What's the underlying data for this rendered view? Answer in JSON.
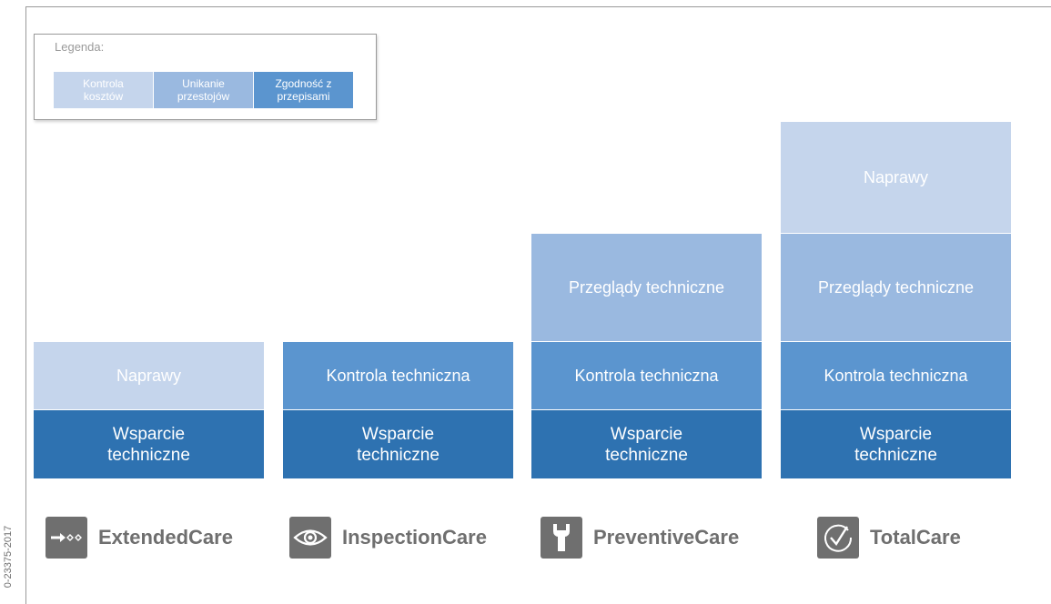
{
  "legend": {
    "title": "Legenda:",
    "items": [
      {
        "label": "Kontrola\nkosztów",
        "color": "#c5d5ec"
      },
      {
        "label": "Unikanie\nprzestojów",
        "color": "#9ab9e0"
      },
      {
        "label": "Zgodność z\nprzepisami",
        "color": "#5b95cf"
      }
    ]
  },
  "columns": [
    {
      "product": "ExtendedCare",
      "icon": "arrow-dots-icon",
      "blocks": [
        {
          "label": "Naprawy",
          "color": "#c5d5ec"
        },
        {
          "label": "Wsparcie\ntechniczne",
          "color": "#2e72b1"
        }
      ]
    },
    {
      "product": "InspectionCare",
      "icon": "eye-icon",
      "blocks": [
        {
          "label": "Kontrola techniczna",
          "color": "#5b95cf"
        },
        {
          "label": "Wsparcie\ntechniczne",
          "color": "#2e72b1"
        }
      ]
    },
    {
      "product": "PreventiveCare",
      "icon": "wrench-icon",
      "blocks": [
        {
          "label": "Przeglądy techniczne",
          "color": "#9ab9e0"
        },
        {
          "label": "Kontrola techniczna",
          "color": "#5b95cf"
        },
        {
          "label": "Wsparcie\ntechniczne",
          "color": "#2e72b1"
        }
      ]
    },
    {
      "product": "TotalCare",
      "icon": "check-circle-icon",
      "blocks": [
        {
          "label": "Naprawy",
          "color": "#c5d5ec"
        },
        {
          "label": "Przeglądy techniczne",
          "color": "#9ab9e0"
        },
        {
          "label": "Kontrola techniczna",
          "color": "#5b95cf"
        },
        {
          "label": "Wsparcie\ntechniczne",
          "color": "#2e72b1"
        }
      ]
    }
  ],
  "figure_code": "0-23375-2017"
}
